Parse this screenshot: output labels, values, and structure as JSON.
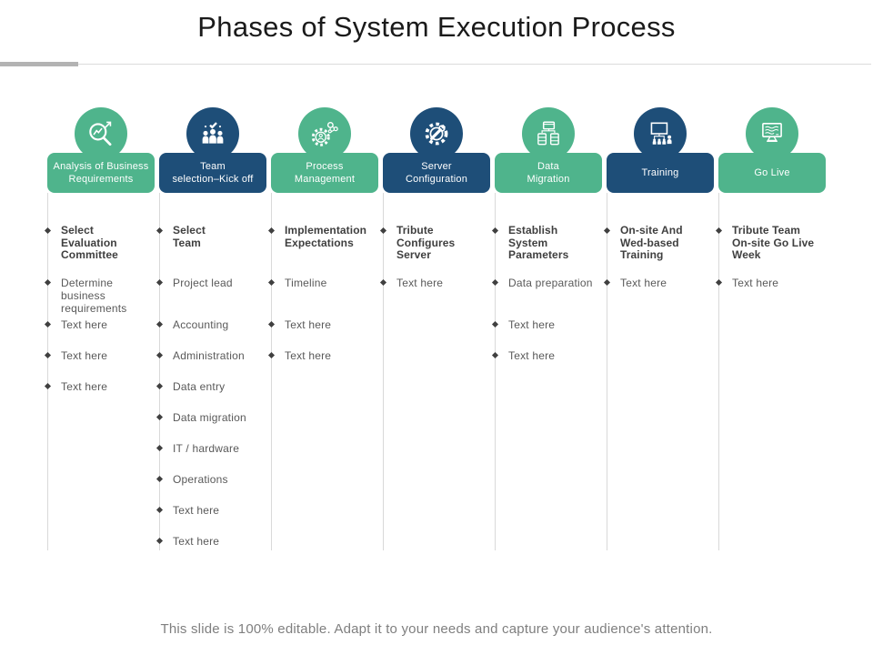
{
  "header": {
    "title": "Phases of System Execution Process"
  },
  "footer": {
    "text": "This slide is 100% editable. Adapt it to your needs and capture your audience's attention."
  },
  "colors": {
    "green": "#4FB48C",
    "blue": "#1E4E78",
    "divider": "#D9D9D9",
    "bullet": "#404040",
    "heading_text": "#3F3F3F",
    "item_text": "#595959",
    "title_text": "#1A1A1A",
    "footer_text": "#7F7F7F",
    "accent_bar": "#B3B3B3",
    "rule_line": "#DCDCDC"
  },
  "phases": [
    {
      "label": "Analysis of Business\nRequirements",
      "color": "green",
      "icon": "magnifier-trend-icon",
      "heading": "Select\nEvaluation\nCommittee",
      "items": [
        {
          "text": "Determine business\nrequirements",
          "row": 0
        },
        {
          "text": "Text here",
          "row": 1
        },
        {
          "text": "Text here",
          "row": 2
        },
        {
          "text": "Text here",
          "row": 3
        }
      ]
    },
    {
      "label": "Team\nselection–Kick off",
      "color": "blue",
      "icon": "team-check-icon",
      "heading": "Select\nTeam",
      "items": [
        {
          "text": "Project lead",
          "row": 0
        },
        {
          "text": "Accounting",
          "row": 1
        },
        {
          "text": "Administration",
          "row": 2
        },
        {
          "text": "Data entry",
          "row": 3
        },
        {
          "text": "Data migration",
          "row": 4
        },
        {
          "text": "IT / hardware",
          "row": 5
        },
        {
          "text": "Operations",
          "row": 6
        },
        {
          "text": "Text here",
          "row": 7
        },
        {
          "text": "Text here",
          "row": 8
        }
      ]
    },
    {
      "label": "Process\nManagement",
      "color": "green",
      "icon": "gear-network-icon",
      "heading": "Implementation\nExpectations",
      "items": [
        {
          "text": "Timeline",
          "row": 0
        },
        {
          "text": "Text here",
          "row": 1
        },
        {
          "text": "Text here",
          "row": 2
        }
      ]
    },
    {
      "label": "Server\nConfiguration",
      "color": "blue",
      "icon": "gear-wrench-icon",
      "heading": "Tribute\nConfigures\nServer",
      "items": [
        {
          "text": "Text here",
          "row": 0
        }
      ]
    },
    {
      "label": "Data\nMigration",
      "color": "green",
      "icon": "database-transfer-icon",
      "heading": "Establish\nSystem\nParameters",
      "items": [
        {
          "text": "Data preparation",
          "row": 0
        },
        {
          "text": "Text here",
          "row": 1
        },
        {
          "text": "Text here",
          "row": 2
        }
      ]
    },
    {
      "label": "Training",
      "color": "blue",
      "icon": "training-board-icon",
      "heading": "On-site And\nWed-based\nTraining",
      "items": [
        {
          "text": "Text here",
          "row": 0
        }
      ]
    },
    {
      "label": "Go Live",
      "color": "green",
      "icon": "monitor-screen-icon",
      "heading": "Tribute Team\nOn-site Go Live\nWeek",
      "items": [
        {
          "text": "Text here",
          "row": 0
        }
      ]
    }
  ]
}
